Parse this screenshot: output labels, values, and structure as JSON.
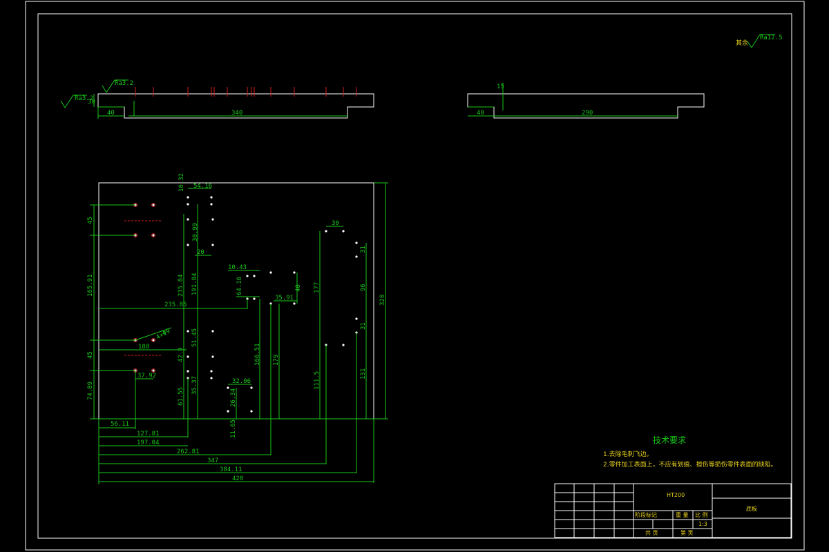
{
  "drawing": {
    "front_view": {
      "surface_marks": [
        "Ra3.2",
        "Ra3.2"
      ],
      "dims": [
        "30",
        "40",
        "340"
      ]
    },
    "side_view": {
      "dims": [
        "15",
        "40",
        "290"
      ]
    },
    "top_right_roughness": {
      "prefix": "其余",
      "value": "Ra12.5"
    },
    "plan_view": {
      "dims_left": [
        "45",
        "165.91",
        "45",
        "74.89"
      ],
      "dims_mid": [
        "10.32",
        "54.16",
        "30.99",
        "20",
        "235.85",
        "235.84",
        "191.84",
        "51.45",
        "42.9",
        "35.37",
        "61.55",
        "10.43",
        "64.16",
        "35.91",
        "40",
        "32.06",
        "166.51",
        "179",
        "26.34",
        "11.65"
      ],
      "dims_right": [
        "30",
        "177",
        "111.5",
        "31",
        "96",
        "31",
        "131",
        "320"
      ],
      "diag_label": "4×Φ9",
      "small_label": "188",
      "mid_label": "37.92",
      "bottom_dims": [
        "56.11",
        "127.81",
        "197.04",
        "262.81",
        "347",
        "384.11",
        "420"
      ]
    },
    "tech_req": {
      "title": "技术要求",
      "items": [
        "1.去除毛刺飞边。",
        "2.零件加工表面上，不应有划痕、擦伤等损伤零件表面的缺陷。"
      ]
    },
    "title_block": {
      "material": "HT200",
      "part_name": "底板",
      "stage_label": "阶段标记",
      "weight_label": "重 量",
      "scale_label": "比 例",
      "scale_value": "1:3",
      "sheets_label": "共 页",
      "sheet_label": "第 页"
    }
  }
}
